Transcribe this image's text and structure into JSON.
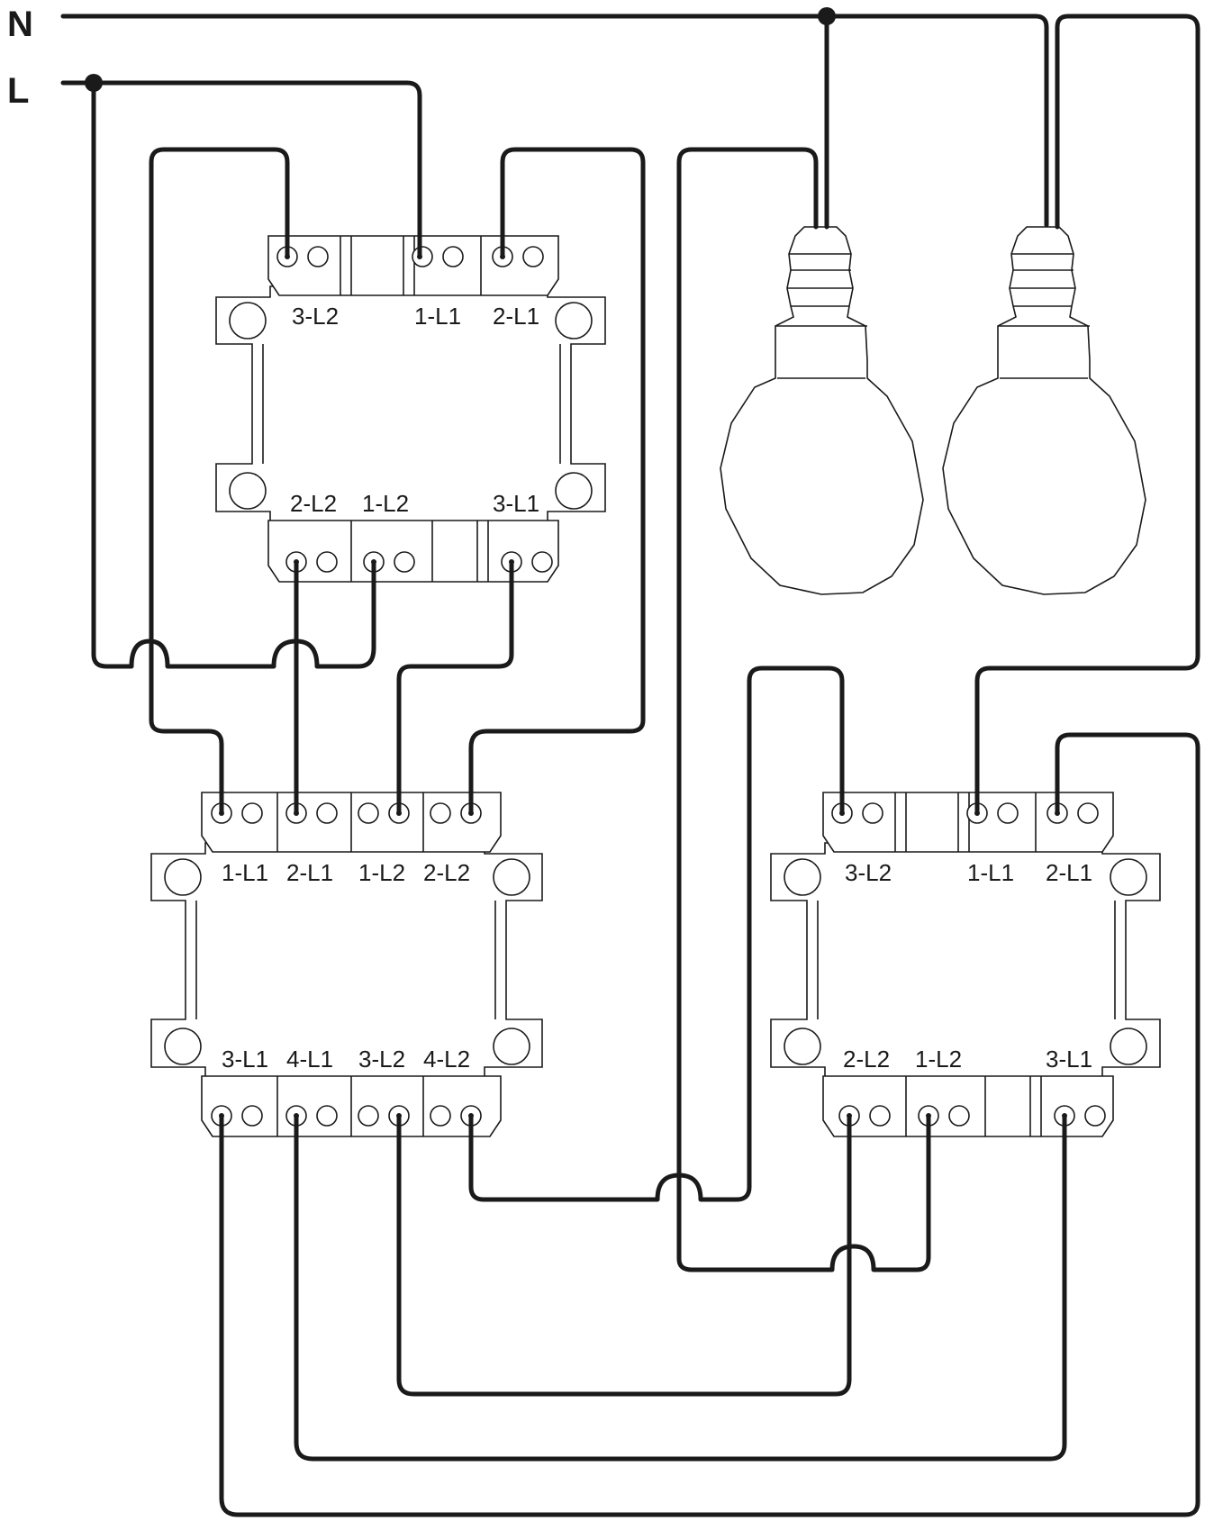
{
  "supply": {
    "neutral": "N",
    "live": "L"
  },
  "switch_a": {
    "top_terminals": [
      "3-L2",
      "1-L1",
      "2-L1"
    ],
    "bottom_terminals": [
      "2-L2",
      "1-L2",
      "3-L1"
    ]
  },
  "switch_b": {
    "top_terminals": [
      "1-L1",
      "2-L1",
      "1-L2",
      "2-L2"
    ],
    "bottom_terminals": [
      "3-L1",
      "4-L1",
      "3-L2",
      "4-L2"
    ]
  },
  "switch_c": {
    "top_terminals": [
      "3-L2",
      "1-L1",
      "2-L1"
    ],
    "bottom_terminals": [
      "2-L2",
      "1-L2",
      "3-L1"
    ]
  },
  "lamps": [
    "lamp-1",
    "lamp-2"
  ]
}
